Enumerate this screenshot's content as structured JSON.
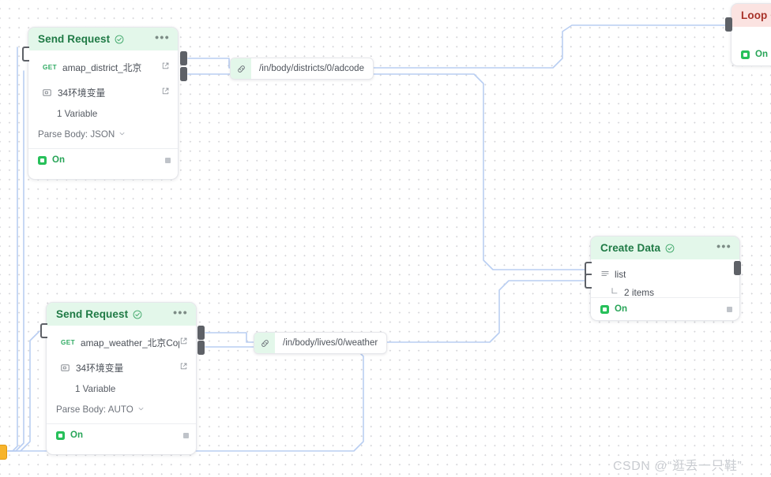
{
  "canvas": {
    "background_color": "#ffffff",
    "grid_dot_color": "#d4d4d8",
    "edge_color": "#b9cef2"
  },
  "watermark": {
    "text": "CSDN @“逛丢一只鞋”"
  },
  "nodes": [
    {
      "id": "send-request-1",
      "title": "Send Request",
      "header_color": "#e3f7ea",
      "title_color": "#1f7a45",
      "status_icon": "check-circle-icon",
      "menu_icon": "ellipsis-icon",
      "rows": [
        {
          "lead": "GET",
          "label": "amap_district_北京",
          "action_icon": "external-link-icon"
        },
        {
          "icon": "variable-icon",
          "label": "34环境变量",
          "action_icon": "external-link-icon"
        }
      ],
      "sub_label": "1 Variable",
      "parse_body_label": "Parse Body: JSON",
      "parse_body_chevron": "chevron-down-icon",
      "footer": {
        "toggle_state": "On",
        "toggle_color": "#27c05a"
      }
    },
    {
      "id": "send-request-2",
      "title": "Send Request",
      "header_color": "#e3f7ea",
      "title_color": "#1f7a45",
      "status_icon": "check-circle-icon",
      "menu_icon": "ellipsis-icon",
      "rows": [
        {
          "lead": "GET",
          "label": "amap_weather_北京Copy",
          "action_icon": "external-link-icon"
        },
        {
          "icon": "variable-icon",
          "label": "34环境变量",
          "action_icon": "external-link-icon"
        }
      ],
      "sub_label": "1 Variable",
      "parse_body_label": "Parse Body: AUTO",
      "parse_body_chevron": "chevron-down-icon",
      "footer": {
        "toggle_state": "On",
        "toggle_color": "#27c05a"
      }
    },
    {
      "id": "create-data",
      "title": "Create Data",
      "header_color": "#e3f7ea",
      "title_color": "#1f7a45",
      "status_icon": "check-circle-icon",
      "menu_icon": "ellipsis-icon",
      "list_icon": "list-icon",
      "list_label": "list",
      "list_child_label": "2 items",
      "footer": {
        "toggle_state": "On",
        "toggle_color": "#27c05a"
      }
    },
    {
      "id": "loop-over",
      "title": "Loop O",
      "header_color": "#fbe3e1",
      "title_color": "#a83229",
      "footer": {
        "toggle_state": "On",
        "toggle_color": "#27c05a"
      }
    }
  ],
  "edge_labels": [
    {
      "id": "edge-label-adcode",
      "icon": "link-icon",
      "text": "/in/body/districts/0/adcode"
    },
    {
      "id": "edge-label-weather",
      "icon": "link-icon",
      "text": "/in/body/lives/0/weather"
    }
  ]
}
